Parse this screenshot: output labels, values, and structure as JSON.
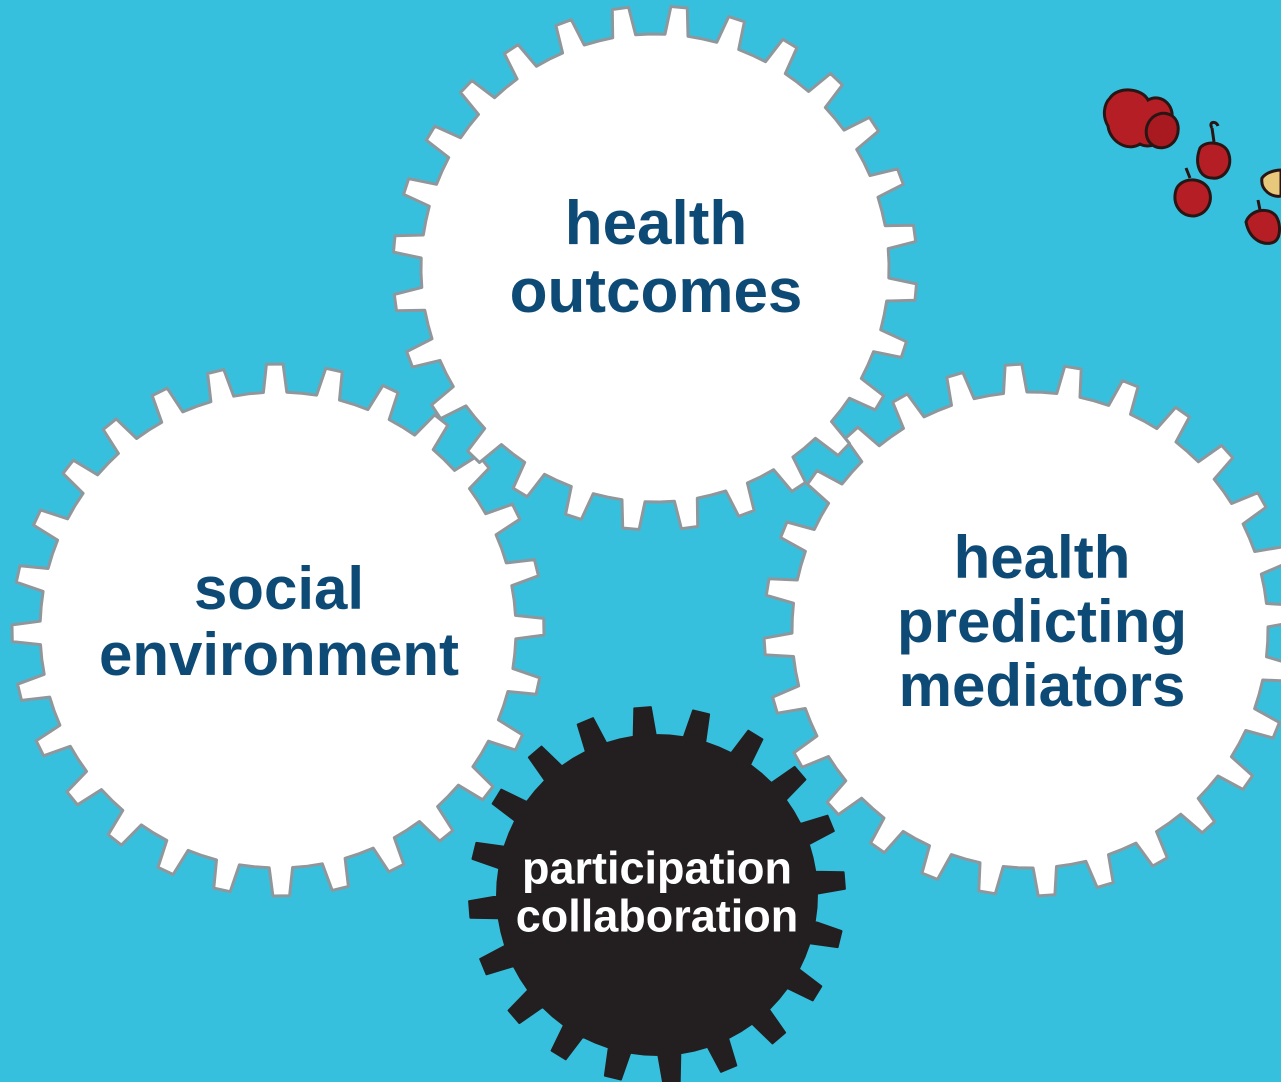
{
  "colors": {
    "background": "#37c0dd",
    "gear_white": "#ffffff",
    "gear_outline": "#8f979c",
    "gear_dark": "#231f20",
    "label_dark": "#0d4a75",
    "label_light": "#ffffff",
    "apple_red": "#b51e24"
  },
  "gears": {
    "outcomes": {
      "line1": "health",
      "line2": "outcomes"
    },
    "social": {
      "line1": "social",
      "line2": "environment"
    },
    "mediators": {
      "line1": "health",
      "line2": "predicting",
      "line3": "mediators"
    },
    "participation": {
      "line1": "participation",
      "line2": "collaboration"
    }
  },
  "decoration": {
    "icon": "apples-icon"
  }
}
